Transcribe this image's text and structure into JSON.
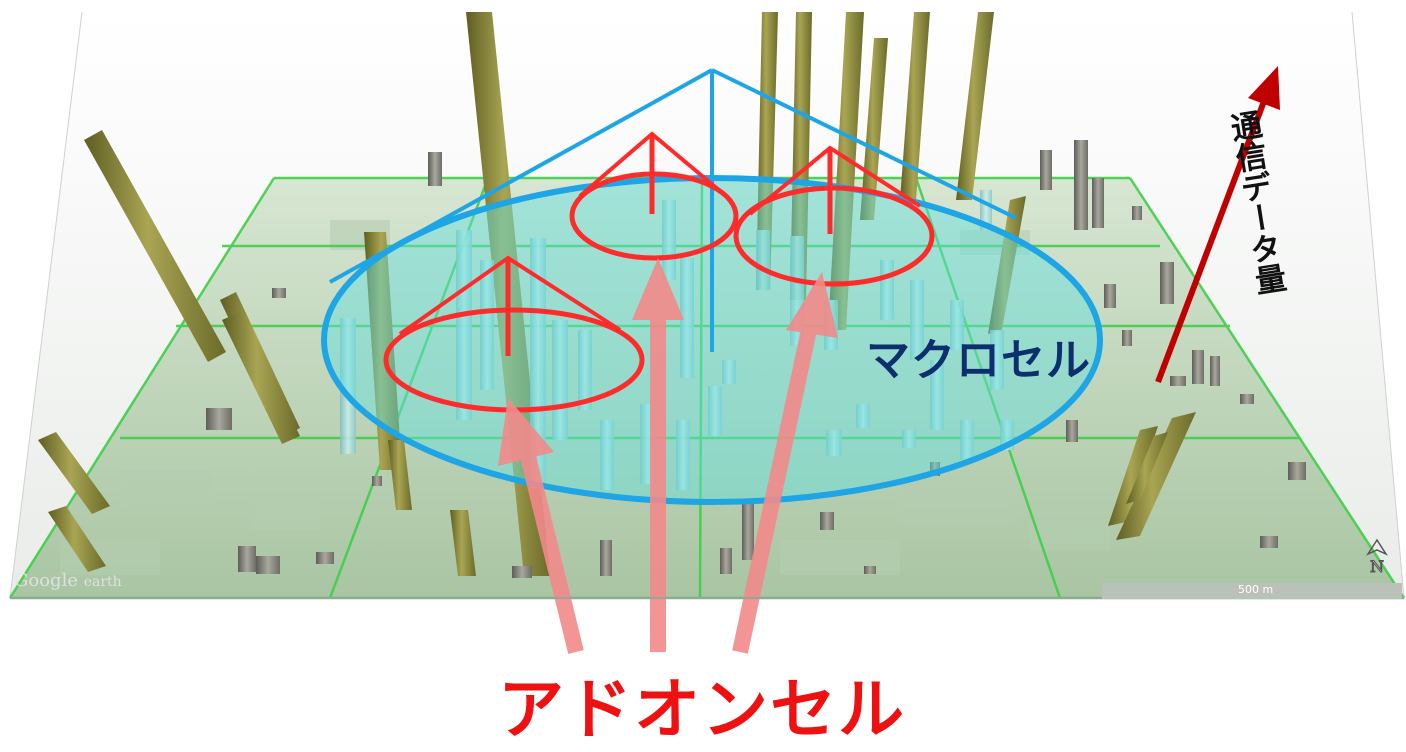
{
  "labels": {
    "macro_cell": "マクロセル",
    "addon_cell": "アドオンセル",
    "traffic_volume": "通信データ量",
    "watermark_brand": "Google",
    "watermark_product": "earth",
    "scale": "500 m",
    "compass_north": "N"
  },
  "colors": {
    "macro": "#1ea5e6",
    "macro_fill": "#66dede",
    "addon": "#ff2a2a",
    "pointer": "#f28a8a",
    "traffic_arrow": "#c00000",
    "grid_line": "#3ecf4a",
    "map_ground": "#c9dcc4",
    "building_olive": "#8a8a3a",
    "building_gray": "#8c8c84",
    "building_cyan": "#a6dad8"
  },
  "icons": {
    "traffic_arrow": "up-arrow-icon",
    "compass": "compass-icon"
  }
}
